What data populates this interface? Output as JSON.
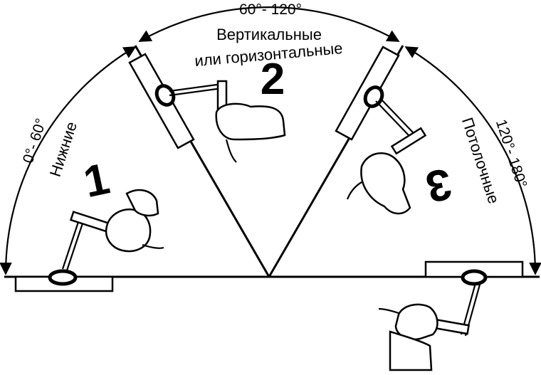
{
  "zones": [
    {
      "number": "1",
      "range": "0°- 60°",
      "name": "Нижние"
    },
    {
      "number": "2",
      "range": "60°- 120°",
      "name_line1": "Вертикальные",
      "name_line2": "или горизонтальные"
    },
    {
      "number": "3",
      "range": "120°- 180°",
      "name": "Потолочные"
    }
  ]
}
